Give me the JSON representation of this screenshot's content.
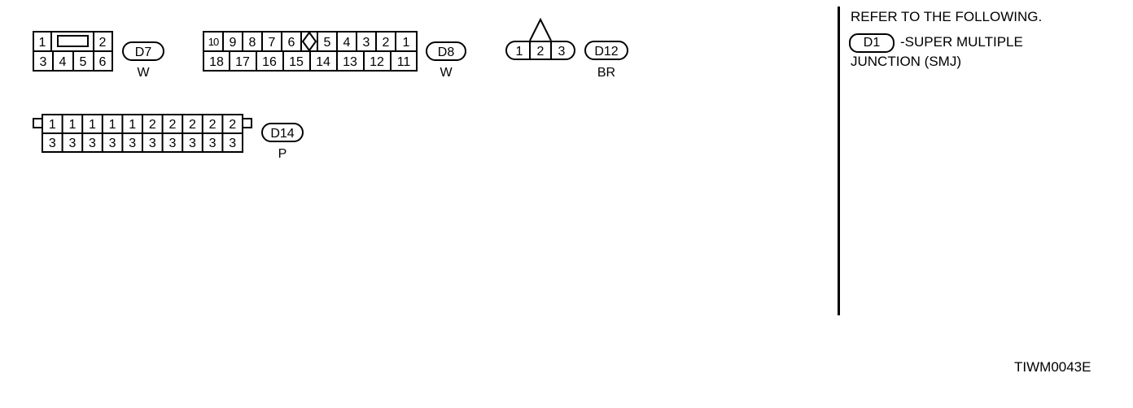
{
  "connectors": [
    {
      "id": "D7",
      "color": "W",
      "top_row": [
        "1",
        "",
        "2"
      ],
      "bottom_row": [
        "3",
        "4",
        "5",
        "6"
      ]
    },
    {
      "id": "D8",
      "color": "W",
      "top_row": [
        "10",
        "9",
        "8",
        "7",
        "6",
        "5",
        "4",
        "3",
        "2",
        "1"
      ],
      "bottom_row": [
        "18",
        "17",
        "16",
        "15",
        "14",
        "13",
        "12",
        "11"
      ]
    },
    {
      "id": "D12",
      "color": "BR",
      "pins": [
        "1",
        "2",
        "3"
      ]
    },
    {
      "id": "D14",
      "color": "P",
      "top_row": [
        "1",
        "1",
        "1",
        "1",
        "1",
        "2",
        "2",
        "2",
        "2",
        "2"
      ],
      "bottom_row": [
        "3",
        "3",
        "3",
        "3",
        "3",
        "3",
        "3",
        "3",
        "3",
        "3"
      ]
    }
  ],
  "reference": {
    "heading": "REFER TO THE FOLLOWING.",
    "connector_id": "D1",
    "line1": "-SUPER MULTIPLE",
    "line2": "JUNCTION (SMJ)"
  },
  "figure_code": "TIWM0043E"
}
